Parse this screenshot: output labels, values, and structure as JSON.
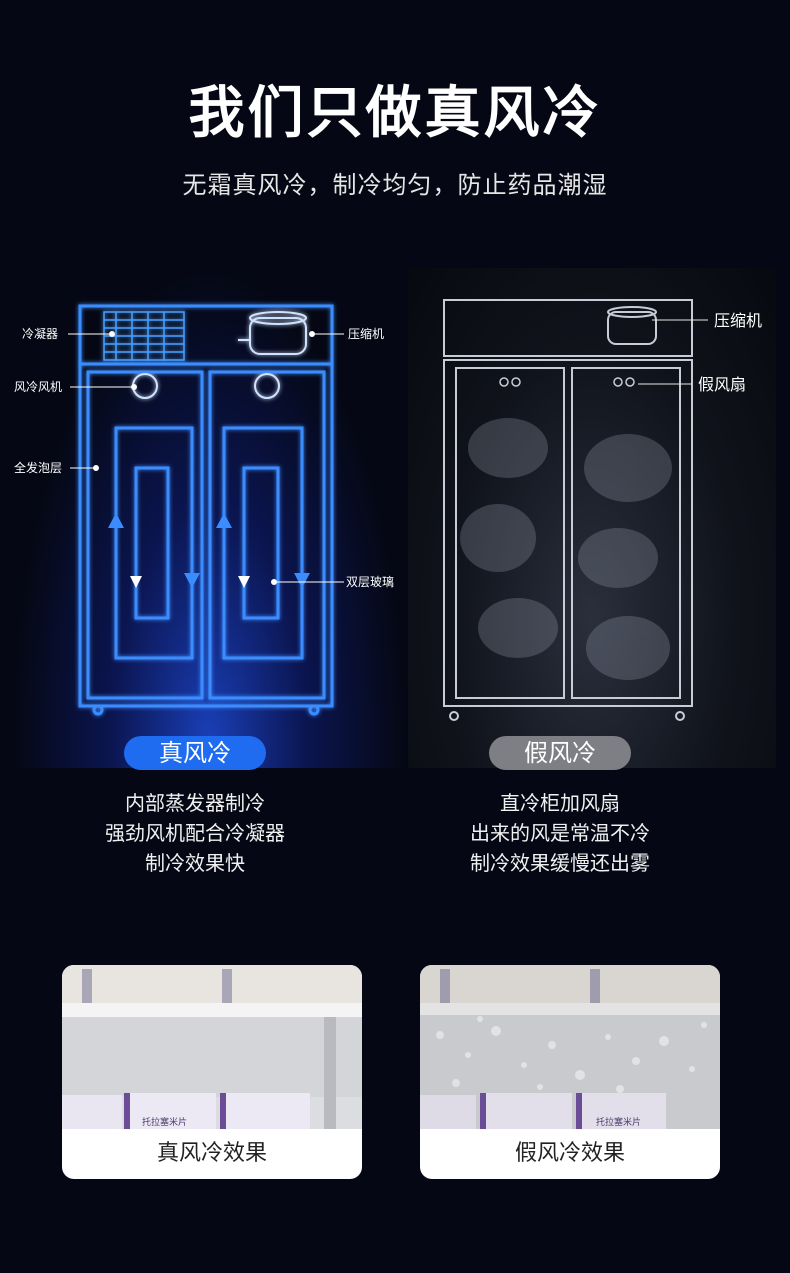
{
  "header": {
    "title": "我们只做真风冷",
    "subtitle": "无霜真风冷，制冷均匀，防止药品潮湿"
  },
  "real_diagram": {
    "labels": {
      "condenser": "冷凝器",
      "compressor": "压缩机",
      "fan": "风冷风机",
      "foam": "全发泡层",
      "glass": "双层玻璃"
    }
  },
  "fake_diagram": {
    "labels": {
      "compressor": "压缩机",
      "fake_fan": "假风扇"
    }
  },
  "real": {
    "badge": "真风冷",
    "desc": [
      "内部蒸发器制冷",
      "强劲风机配合冷凝器",
      "制冷效果快"
    ],
    "card_caption": "真风冷效果",
    "product_label": "托拉塞米片"
  },
  "fake": {
    "badge": "假风冷",
    "desc": [
      "直冷柜加风扇",
      "出来的风是常温不冷",
      "制冷效果缓慢还出雾"
    ],
    "card_caption": "假风冷效果",
    "product_label": "托拉塞米片"
  },
  "colors": {
    "accent_blue": "#1f6cf0",
    "gray_badge": "#7d7f84",
    "background": "#050814"
  }
}
